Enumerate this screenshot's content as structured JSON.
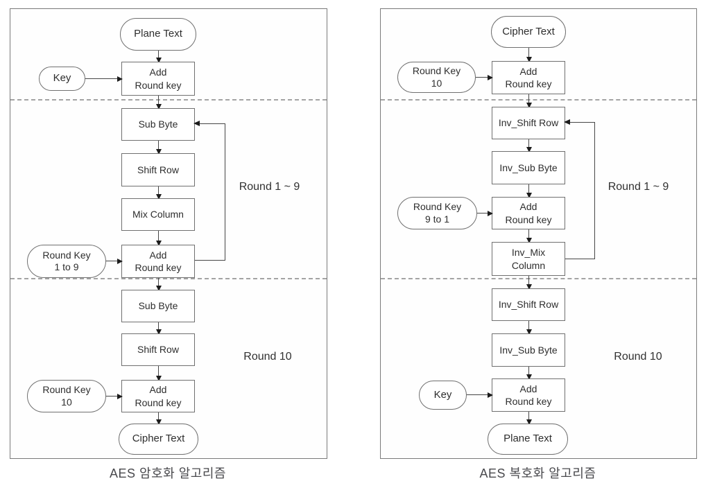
{
  "diagram": {
    "encryption": {
      "caption": "AES 암호화 알고리즘",
      "plane_text": "Plane Text",
      "cipher_text": "Cipher Text",
      "key": "Key",
      "add_round_key": {
        "line1": "Add",
        "line2": "Round key"
      },
      "sub_byte": "Sub Byte",
      "shift_row": "Shift Row",
      "mix_column": "Mix Column",
      "round_key_1_9": {
        "line1": "Round Key",
        "line2": "1 to 9"
      },
      "round_key_10": {
        "line1": "Round Key",
        "line2": "10"
      },
      "label_round_1_9": "Round 1 ~ 9",
      "label_round_10": "Round 10"
    },
    "decryption": {
      "caption": "AES 복호화 알고리즘",
      "cipher_text": "Cipher Text",
      "plane_text": "Plane Text",
      "key": "Key",
      "add_round_key": {
        "line1": "Add",
        "line2": "Round key"
      },
      "inv_shift_row": "Inv_Shift Row",
      "inv_sub_byte": "Inv_Sub Byte",
      "inv_mix_column": {
        "line1": "Inv_Mix",
        "line2": "Column"
      },
      "round_key_10": {
        "line1": "Round Key",
        "line2": "10"
      },
      "round_key_9_1": {
        "line1": "Round Key",
        "line2": "9 to 1"
      },
      "label_round_1_9": "Round 1 ~ 9",
      "label_round_10": "Round 10"
    },
    "colors": {
      "line": "#454545",
      "box_border": "#6f6f6f",
      "dashed_separator": "#a3a3a3",
      "text": "#2d2d2d"
    }
  }
}
